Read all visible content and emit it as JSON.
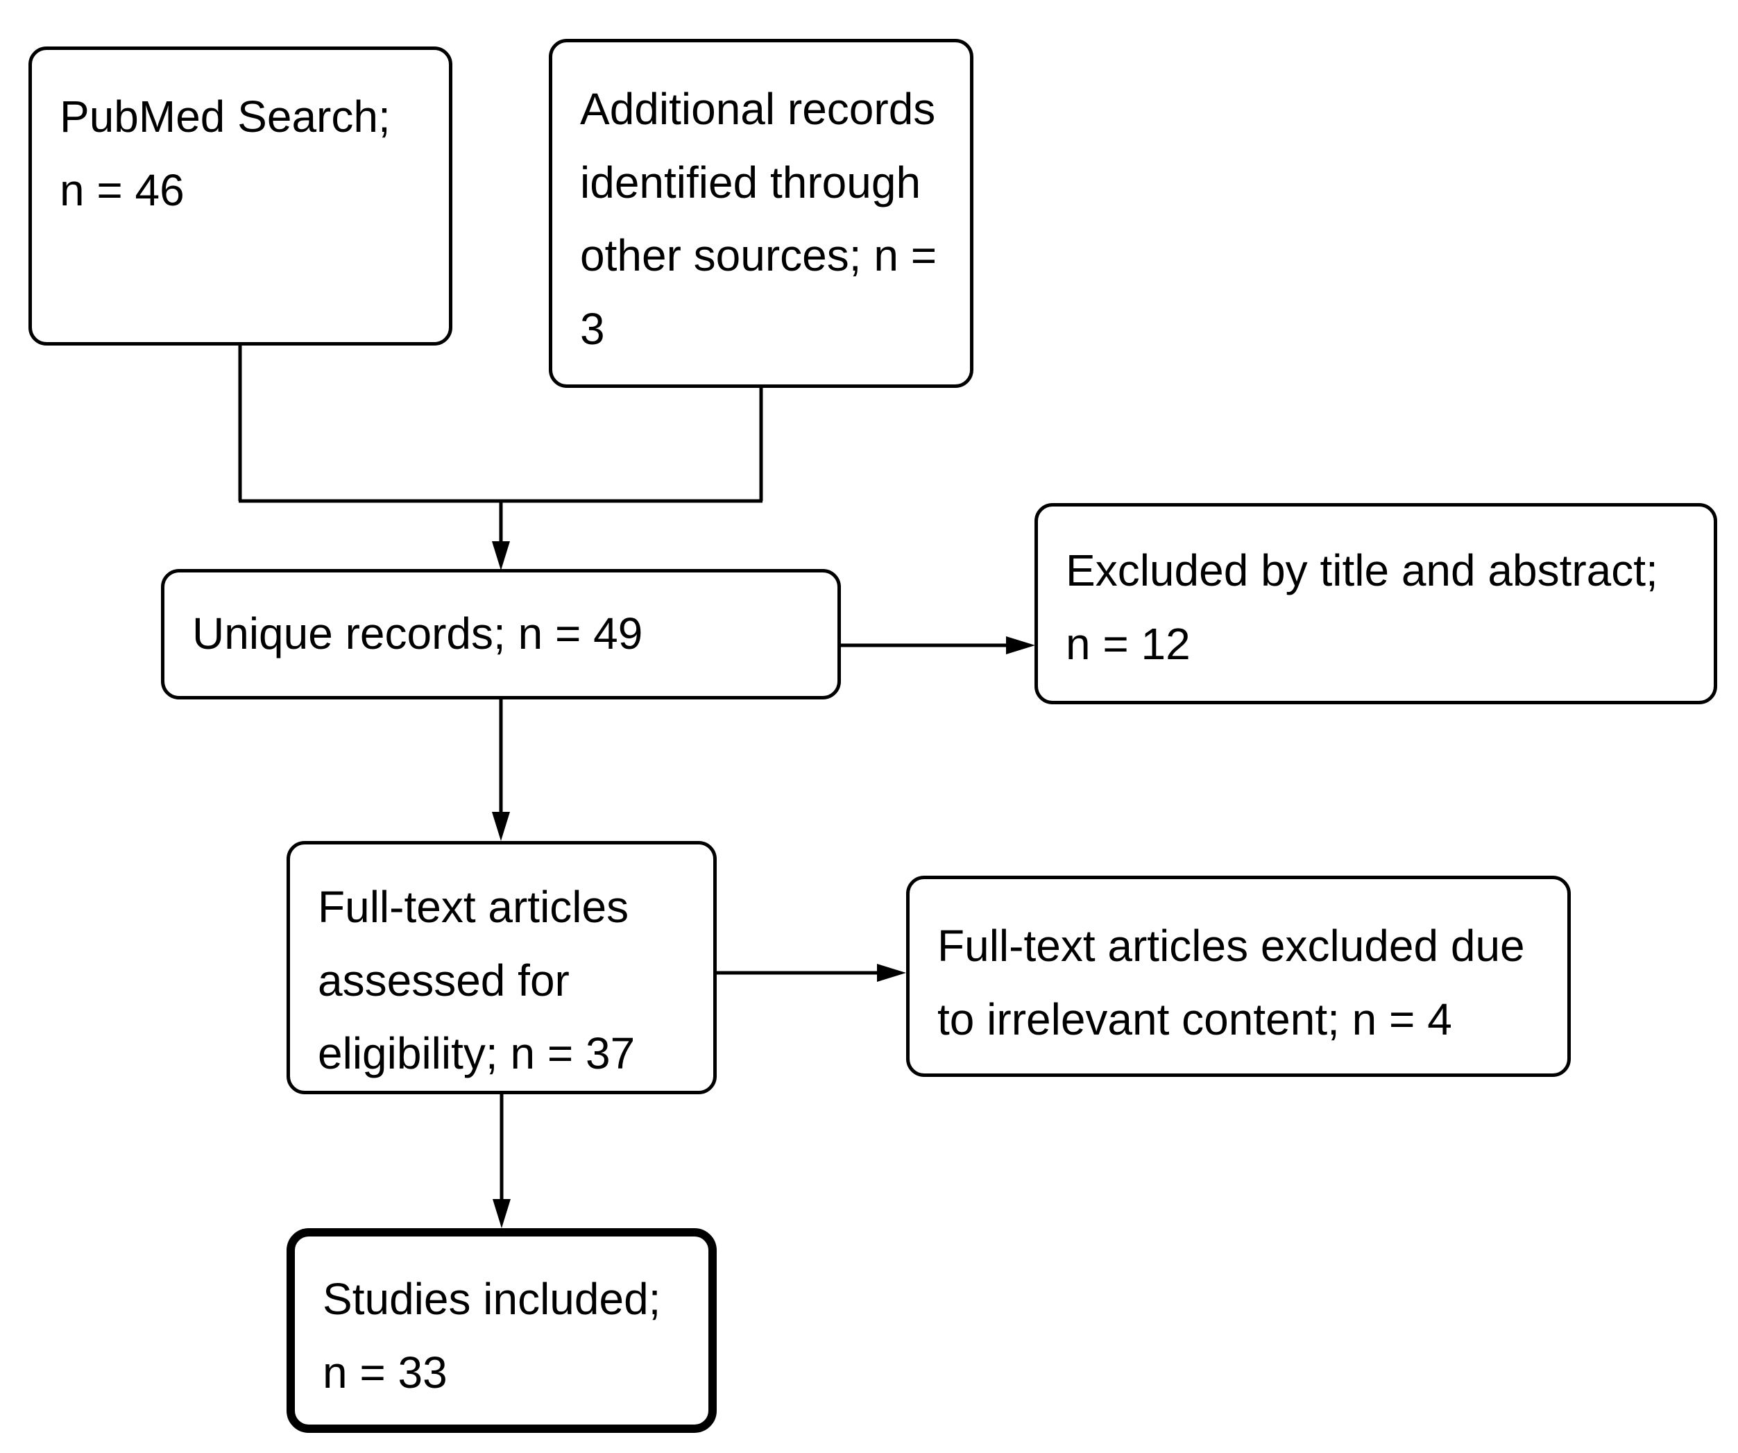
{
  "colors": {
    "line": "#000000",
    "box_fill": "#ffffff",
    "text": "#000000"
  },
  "boxes": [
    {
      "id": "pubmed-search",
      "label": "PubMed Search; n = 46",
      "emphasis": false
    },
    {
      "id": "additional-records",
      "label": "Additional records identified through other sources; n = 3",
      "emphasis": false
    },
    {
      "id": "unique-records",
      "label": "Unique records; n = 49",
      "emphasis": false
    },
    {
      "id": "excluded-title-abstract",
      "label": "Excluded by title and abstract; n = 12",
      "emphasis": false
    },
    {
      "id": "fulltext-assessed",
      "label": "Full-text articles assessed for eligibility; n = 37",
      "emphasis": false
    },
    {
      "id": "fulltext-excluded",
      "label": "Full-text articles excluded due to irrelevant content; n = 4",
      "emphasis": false
    },
    {
      "id": "studies-included",
      "label": "Studies included; n = 33",
      "emphasis": true
    }
  ],
  "edges": [
    {
      "from": "pubmed-search",
      "to": "unique-records"
    },
    {
      "from": "additional-records",
      "to": "unique-records"
    },
    {
      "from": "unique-records",
      "to": "excluded-title-abstract"
    },
    {
      "from": "unique-records",
      "to": "fulltext-assessed"
    },
    {
      "from": "fulltext-assessed",
      "to": "fulltext-excluded"
    },
    {
      "from": "fulltext-assessed",
      "to": "studies-included"
    }
  ]
}
